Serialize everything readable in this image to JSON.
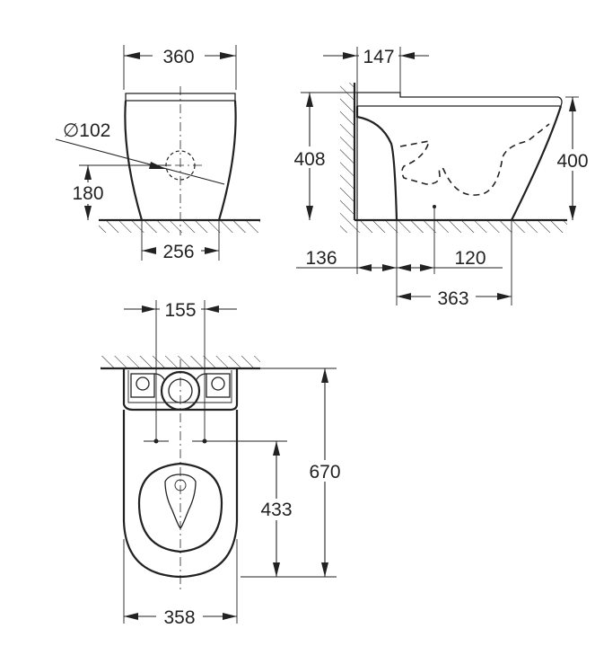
{
  "drawing": {
    "dimensions": {
      "front_width": "360",
      "inlet_diameter": "∅102",
      "inlet_height": "180",
      "base_width": "256",
      "wall_offset": "147",
      "total_height": "408",
      "rim_height": "400",
      "outlet_from_wall": "136",
      "fixing_offset": "120",
      "fixing_to_front": "363",
      "fixing_spacing": "155",
      "total_depth": "670",
      "fixing_depth": "433",
      "plan_width": "358"
    }
  }
}
